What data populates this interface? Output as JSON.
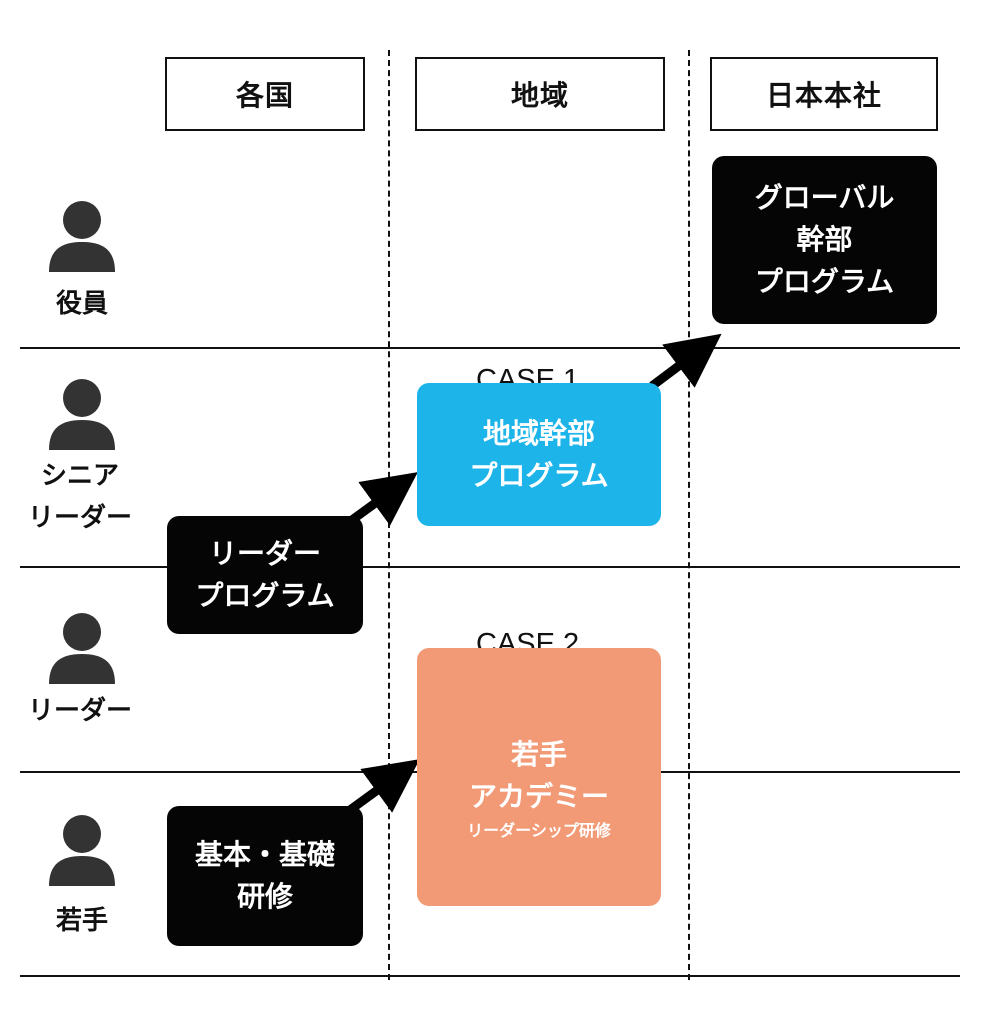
{
  "columns": {
    "local": "各国",
    "region": "地域",
    "hq": "日本本社"
  },
  "roles": {
    "executive": "役員",
    "senior_leader": "シニア\nリーダー",
    "leader": "リーダー",
    "young": "若手"
  },
  "programs": {
    "global_exec": [
      "グローバル",
      "幹部",
      "プログラム"
    ],
    "regional_exec": [
      "地域幹部",
      "プログラム"
    ],
    "leader_program": [
      "リーダー",
      "プログラム"
    ],
    "young_academy": {
      "title": "若手",
      "subtitle": "アカデミー",
      "note": "リーダーシップ研修"
    },
    "basic_training": [
      "基本・基礎",
      "研修"
    ]
  },
  "cases": {
    "case1": "CASE 1",
    "case2": "CASE 2"
  },
  "colors": {
    "black_box": "#050505",
    "blue_box": "#1db4ea",
    "orange_box": "#f29a76",
    "person_icon": "#333333"
  }
}
